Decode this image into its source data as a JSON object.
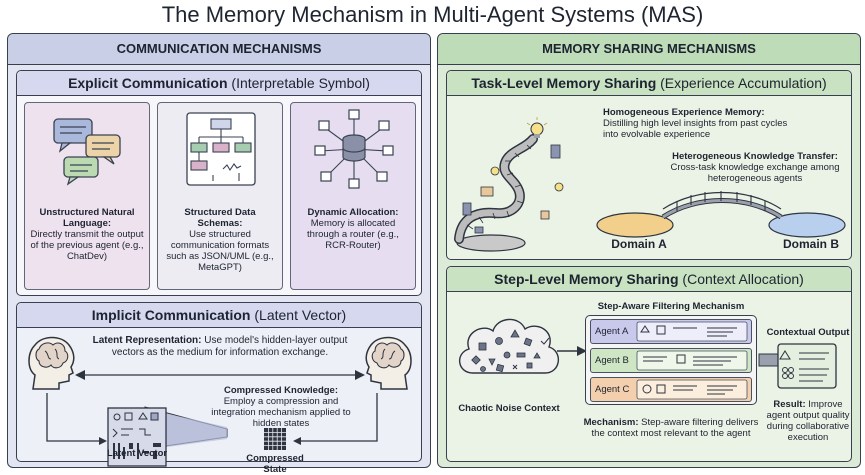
{
  "title": "The Memory Mechanism in Multi-Agent Systems (MAS)",
  "left": {
    "header": "COMMUNICATION MECHANISMS",
    "explicit": {
      "title_bold": "Explicit Communication",
      "title_rest": " (Interpretable Symbol)",
      "cards": [
        {
          "name_bold": "Unstructured Natural Language:",
          "body": "Directly transmit the output of the previous agent (e.g., ChatDev)"
        },
        {
          "name_bold": "Structured Data Schemas:",
          "body": "Use structured communication formats such as JSON/UML (e.g., MetaGPT)"
        },
        {
          "name_bold": "Dynamic Allocation:",
          "body": "Memory is allocated through a router (e.g., RCR-Router)"
        }
      ]
    },
    "implicit": {
      "title_bold": "Implicit Communication",
      "title_rest": " (Latent Vector)",
      "latent_bold": "Latent Representation:",
      "latent_body": " Use model's hidden-layer output vectors as the medium for information exchange.",
      "compressed_bold": "Compressed Knowledge:",
      "compressed_body": "Employ a compression and integration mechanism applied to hidden states",
      "latent_vector_label": "Latent Vector",
      "compressed_state_label": "Compressed State"
    }
  },
  "right": {
    "header": "MEMORY SHARING MECHANISMS",
    "task": {
      "title_bold": "Task-Level Memory Sharing",
      "title_rest": " (Experience Accumulation)",
      "homog_bold": "Homogeneous Experience Memory:",
      "homog_body": "Distilling high level insights from past cycles into evolvable experience",
      "hetero_bold": "Heterogeneous Knowledge Transfer:",
      "hetero_body": "Cross-task knowledge exchange among heterogeneous agents",
      "domain_a": "Domain A",
      "domain_b": "Domain B"
    },
    "step": {
      "title_bold": "Step-Level Memory Sharing",
      "title_rest": " (Context Allocation)",
      "filter_title": "Step-Aware Filtering Mechanism",
      "agents": [
        "Agent A",
        "Agent B",
        "Agent C"
      ],
      "chaotic_label": "Chaotic Noise Context",
      "mechanism_bold": "Mechanism:",
      "mechanism_body": " Step-aware filtering delivers the context most relevant to the agent",
      "output_title": "Contextual Output",
      "result_bold": "Result:",
      "result_body": " Improve agent output quality during collaborative execution"
    }
  },
  "colors": {
    "left_panel": "#e3e6f2",
    "right_panel": "#dcebd8",
    "agent_a": "#c9c9ec",
    "agent_b": "#cfe6c4",
    "agent_c": "#f4cfae",
    "domain_a": "#f3cf8c",
    "domain_b": "#b8d0ee"
  }
}
